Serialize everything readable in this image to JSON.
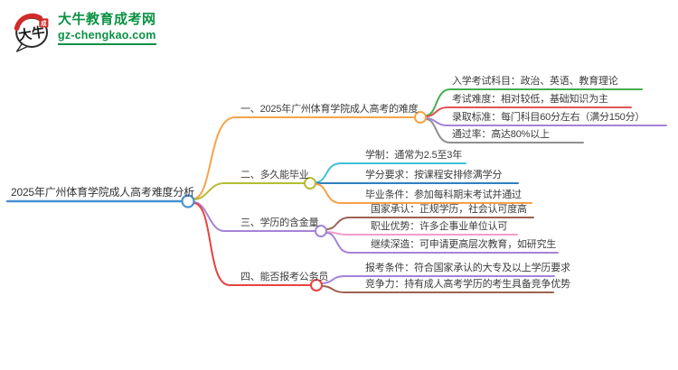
{
  "logo": {
    "icon_text": "大牛",
    "seal_text": "成",
    "site_name": "大牛教育成考网",
    "site_url": "gz-chengkao.com",
    "brand_green": "#0a9144",
    "seal_red": "#cf2b2a"
  },
  "root": {
    "label": "2025年广州体育学院成人高考难度分析",
    "color": "#4a90d2"
  },
  "branches": [
    {
      "label": "一、2025年广州体育学院成人高考的难度",
      "color": "#f7a349",
      "children": [
        {
          "label": "入学考试科目：政治、英语、教育理论",
          "color": "#47ad52"
        },
        {
          "label": "考试难度：相对较低，基础知识为主",
          "color": "#e15555"
        },
        {
          "label": "录取标准：每门科目60分左右（满分150分）",
          "color": "#a583d6"
        },
        {
          "label": "通过率：高达80%以上",
          "color": "#909090"
        }
      ]
    },
    {
      "label": "二、多久能毕业",
      "color": "#b5bd33",
      "children": [
        {
          "label": "学制：通常为2.5至3年",
          "color": "#3fc1d9"
        },
        {
          "label": "学分要求：按课程安排修满学分",
          "color": "#2f7fc1"
        },
        {
          "label": "毕业条件：参加每科期末考试并通过",
          "color": "#f7a04b"
        }
      ]
    },
    {
      "label": "三、学历的含金量",
      "color": "#a583d6",
      "children": [
        {
          "label": "国家承认：正规学历，社会认可度高",
          "color": "#9e6253"
        },
        {
          "label": "职业优势：许多企事业单位认可",
          "color": "#f29fc6"
        },
        {
          "label": "继续深造：可申请更高层次教育，如研究生",
          "color": "#a583d6"
        }
      ]
    },
    {
      "label": "四、能否报考公务员",
      "color": "#e8433f",
      "children": [
        {
          "label": "报考条件：符合国家承认的大专及以上学历要求",
          "color": "#a583d6"
        },
        {
          "label": "竞争力：持有成人高考学历的考生具备竞争优势",
          "color": "#9e6253"
        }
      ]
    }
  ]
}
